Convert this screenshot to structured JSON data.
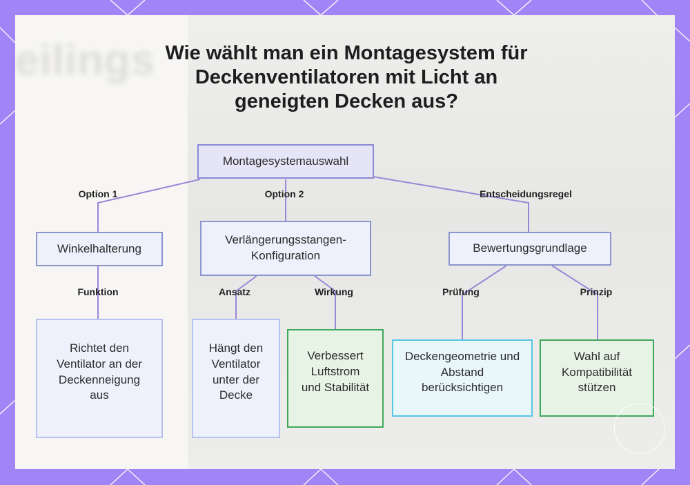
{
  "title": "Wie wählt man ein Montagesystem für Deckenventilatoren mit Licht an geneigten Decken aus?",
  "background_text": "eilings",
  "colors": {
    "frame": "#a184f5",
    "edge": "#9b86d6",
    "green_border": "#3ea85a",
    "cyan_border": "#55c6e3"
  },
  "nodes": {
    "root": "Montagesystemauswahl",
    "winkel": "Winkelhalterung",
    "verlaengerung": "Verlängerungsstangen-Konfiguration",
    "bewertung": "Bewertungsgrundlage",
    "richtet": "Richtet den Ventilator an der Deckenneigung aus",
    "haengt": "Hängt den Ventilator unter der Decke",
    "verbessert": "Verbessert Luftstrom und Stabilität",
    "geometrie": "Deckengeometrie und Abstand berücksichtigen",
    "wahl": "Wahl auf Kompatibilität stützen"
  },
  "edge_labels": {
    "option1": "Option 1",
    "option2": "Option 2",
    "entscheidung": "Entscheidungsregel",
    "funktion": "Funktion",
    "ansatz": "Ansatz",
    "wirkung": "Wirkung",
    "pruefung": "Prüfung",
    "prinzip": "Prinzip"
  }
}
